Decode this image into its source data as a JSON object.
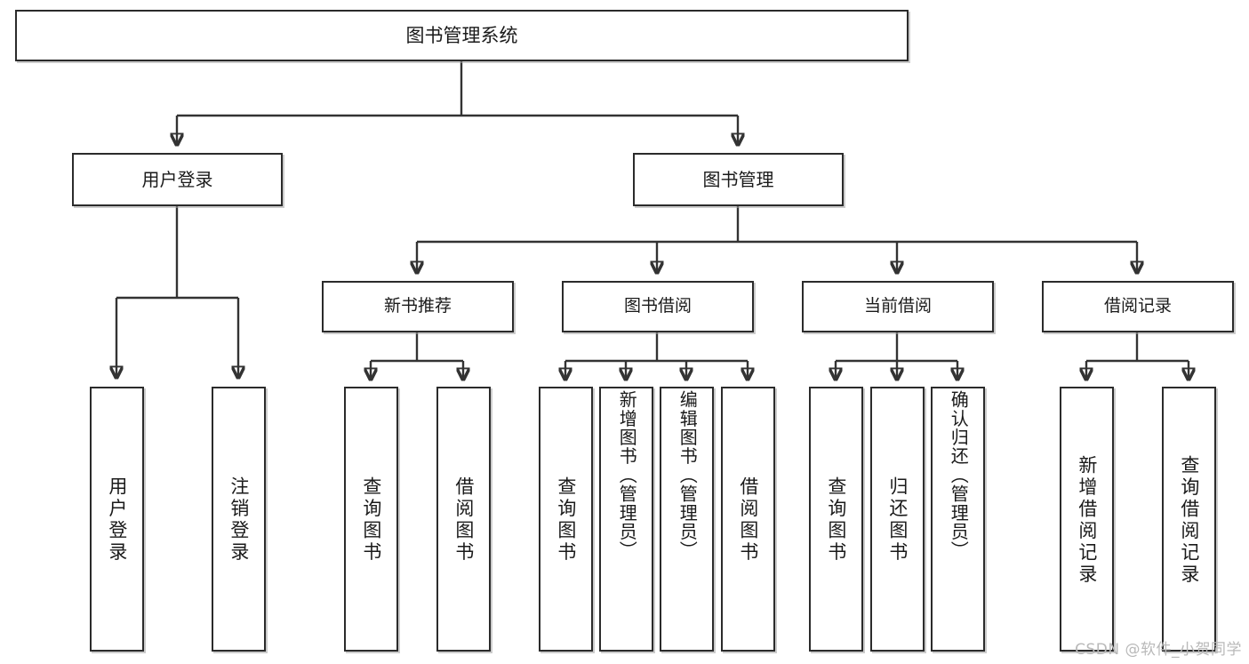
{
  "diagram": {
    "title": "图书管理系统",
    "type": "tree",
    "background_color": "#ffffff",
    "border_color": "#2b2b2b",
    "connector_color": "#333333",
    "text_color": "#1a1a1a"
  },
  "root": {
    "id": "root",
    "label": "图书管理系统"
  },
  "level1": [
    {
      "id": "user-login",
      "label": "用户登录"
    },
    {
      "id": "book-manage",
      "label": "图书管理"
    }
  ],
  "level2": [
    {
      "id": "new-book-recommend",
      "label": "新书推荐",
      "parent": "book-manage"
    },
    {
      "id": "book-borrow",
      "label": "图书借阅",
      "parent": "book-manage"
    },
    {
      "id": "current-borrow",
      "label": "当前借阅",
      "parent": "book-manage"
    },
    {
      "id": "borrow-record",
      "label": "借阅记录",
      "parent": "book-manage"
    }
  ],
  "leaves": {
    "user-login": [
      {
        "id": "leaf-user-login",
        "label": "用户登录"
      },
      {
        "id": "leaf-logout",
        "label": "注销登录"
      }
    ],
    "new-book-recommend": [
      {
        "id": "leaf-query-book-1",
        "label": "查询图书"
      },
      {
        "id": "leaf-borrow-book-1",
        "label": "借阅图书"
      }
    ],
    "book-borrow": [
      {
        "id": "leaf-query-book-2",
        "label": "查询图书"
      },
      {
        "id": "leaf-add-book",
        "label": "新增图书（管理员）"
      },
      {
        "id": "leaf-edit-book",
        "label": "编辑图书（管理员）"
      },
      {
        "id": "leaf-borrow-book-2",
        "label": "借阅图书"
      }
    ],
    "current-borrow": [
      {
        "id": "leaf-query-book-3",
        "label": "查询图书"
      },
      {
        "id": "leaf-return-book",
        "label": "归还图书"
      },
      {
        "id": "leaf-confirm-return",
        "label": "确认归还（管理员）"
      }
    ],
    "borrow-record": [
      {
        "id": "leaf-add-record",
        "label": "新增借阅记录"
      },
      {
        "id": "leaf-query-record",
        "label": "查询借阅记录"
      }
    ]
  },
  "watermark": {
    "text": "CSDN @软件_小贺同学"
  }
}
